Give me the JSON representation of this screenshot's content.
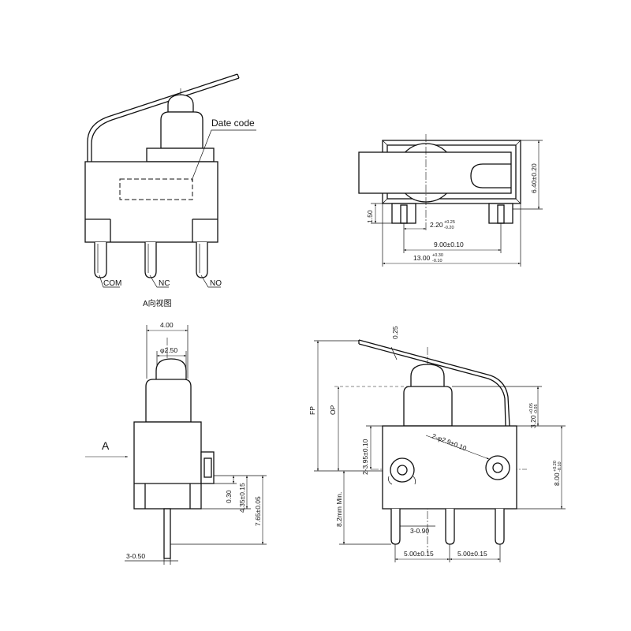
{
  "view_a_front": {
    "date_code_label": "Date code",
    "terminal_com_label": "COM",
    "terminal_nc_label": "NC",
    "terminal_no_label": "NO",
    "caption": "A向视图"
  },
  "view_top": {
    "height_dim": "6.40±0.20",
    "terminal_height_dim": "1.50",
    "pin_offset_dim": "2.20",
    "pin_offset_tol_upper": "+0.25",
    "pin_offset_tol_lower": "-0.20",
    "pin_spacing_dim": "9.00±0.10",
    "length_dim": "13.00",
    "length_tol_upper": "+0.30",
    "length_tol_lower": "-0.10"
  },
  "view_side": {
    "width_dim": "4.00",
    "roller_diameter_dim": "φ2.50",
    "view_direction_label": "A",
    "offset_dim": "0.30",
    "terminal_position_dim": "4.35±0.15",
    "body_height_dim": "7.65±0.05",
    "terminal_thickness_dim": "3-0.50"
  },
  "view_front": {
    "lever_thickness_dim": "0.25",
    "free_position_label": "FP",
    "operating_position_label": "OP",
    "hole_height_dim": "2-3.95±0.10",
    "hole_diameter_dim": "2-φ2.9±0.10",
    "actuator_height_dim": "3.20",
    "actuator_height_tol_upper": "+0.05",
    "actuator_height_tol_lower": "-0.05",
    "body_height_dim": "8.00",
    "body_height_tol_upper": "+0.20",
    "body_height_tol_lower": "-0.10",
    "min_length_note": "8.2mm Min.",
    "terminal_width_dim": "3-0.90",
    "pin_spacing_left_dim": "5.00±0.15",
    "pin_spacing_right_dim": "5.00±0.15"
  }
}
